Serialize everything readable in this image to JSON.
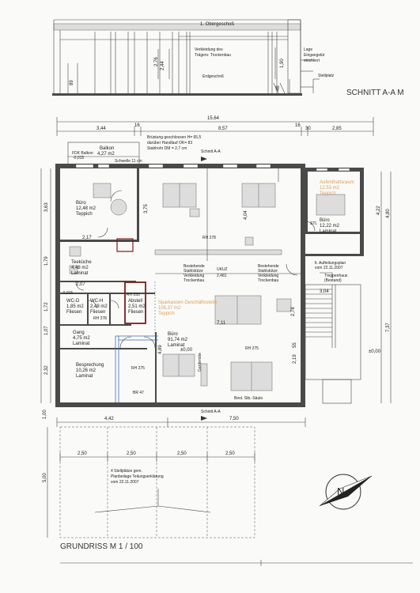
{
  "section": {
    "title": "SCHNITT A-A M",
    "obergeschoss": "1. Obergeschoß",
    "verkleidung": "Verkleidung des",
    "traeger": "Trägers: Trockenbau",
    "erdgeschoss": "Erdgeschoß",
    "lage_1": "Lage",
    "lage_2": "Eingangstür",
    "lage_3": "strichliert",
    "stellplatz": "Stellplatz",
    "dim_244": "2,44",
    "dim_276": "2,76",
    "dim_89": "89",
    "dim_190": "1,90",
    "dim_46": "46"
  },
  "dimensions": {
    "total_width": "15,64",
    "d344": "3,44",
    "d857": "8,57",
    "d285": "2,85",
    "d16a": "16",
    "d16b": "16",
    "d30": "30",
    "d442": "4,42",
    "d750": "7,50",
    "d250a": "2,50",
    "d250b": "2,50",
    "d250c": "2,50",
    "d250d": "2,50",
    "d500": "5,00",
    "d100": "1,00",
    "left_363": "3,63",
    "left_179": "1,79",
    "left_172": "1,72",
    "left_107": "1,07",
    "left_232": "2,32",
    "right_422": "4,22",
    "right_480": "4,80",
    "right_737": "7,37",
    "d375": "3,75",
    "d404": "4,04",
    "d711": "7,11",
    "d278": "2,78",
    "d219": "2,19",
    "d304": "3,04",
    "d217": "2,17",
    "d207": "2,07",
    "d489": "4,89",
    "d55": "55"
  },
  "notes": {
    "bruestung_1": "Brüstung geschlossen H= 65,5",
    "bruestung_2": "darüber Handlauf OK= 83",
    "bruestung_3": "Stahlrohr DM = 2,7 cm",
    "schnitt_top": "Schnitt A-A",
    "schnitt_bottom": "Schnitt A-A",
    "schwelle": "Schwelle 11 cm",
    "fdk_balkon": "FDK Balkon",
    "fdk_value": "-0,015",
    "bestehende_1a": "Bestehende",
    "bestehende_1b": "Stahlstütze",
    "bestehende_1c": "Verkleidung",
    "bestehende_1d": "Trockenbau",
    "bestehende_2a": "Bestehende",
    "bestehende_2b": "Stahlstütze",
    "bestehende_2c": "Verkleidung",
    "bestehende_2d": "Trockenbau",
    "ukuz": "UKUZ",
    "ukuz_val": "2,481",
    "aufteilung_1": "lt. Aufteilungsplan",
    "aufteilung_2": "vom 22.11.2007",
    "treppenhaus_1": "Treppenhaus",
    "treppenhaus_2": "(Bestand)",
    "bestand_saeule": "Best. Stb.-Säule",
    "stellplaetze_1": "4 Stellplätze gem.",
    "stellplaetze_2": "Planbeilage Teilungserklärung",
    "stellplaetze_3": "vom 22.11.2007",
    "gardrobe": "Garderobe",
    "rh278": "RH 278",
    "rh275": "RH 275",
    "rh275b": "RH 275",
    "rh255": "RH 255",
    "rh278b": "RH 278",
    "br47": "BR 47",
    "stl": "STL",
    "pm000a": "±0,00",
    "pm000b": "±0,00",
    "elev_1": "-0,015"
  },
  "rooms": {
    "balkon_name": "Balkon",
    "balkon_area": "4,27 m2",
    "buero1_name": "Büro",
    "buero1_area": "12,48 m2",
    "buero1_floor": "Teppich",
    "buero2_name": "Büro",
    "buero2_area": "12,22 m2",
    "buero2_floor": "Laminat",
    "aufenthalt_name": "Aufenthaltsraum",
    "aufenthalt_area": "12,53 m2",
    "aufenthalt_floor": "Teppich",
    "teekueche_name": "Teeküche",
    "teekueche_area": "4,48 m2",
    "teekueche_floor": "Laminat",
    "wcd_name": "WC-D",
    "wcd_area": "1,85 m2",
    "wcd_floor": "Fliesen",
    "wch_name": "WC-H",
    "wch_area": "2,48 m2",
    "wch_floor": "Fliesen",
    "abstell_name": "Abstell",
    "abstell_area": "2,51 m2",
    "abstell_floor": "Fliesen",
    "gang_name": "Gang",
    "gang_area": "4,75 m2",
    "gang_floor": "Laminat",
    "sparkasse_name": "Sparkassen Geschäftsstelle",
    "sparkasse_area": "105,37 m2",
    "sparkasse_floor": "Teppich",
    "besprechung_name": "Besprechung",
    "besprechung_area": "10,26 m2",
    "besprechung_floor": "Laminat",
    "buero3_name": "Büro",
    "buero3_area": "91,74 m2",
    "buero3_floor": "Laminat"
  },
  "footer": {
    "title": "GRUNDRISS M 1 / 100",
    "north": "N"
  }
}
